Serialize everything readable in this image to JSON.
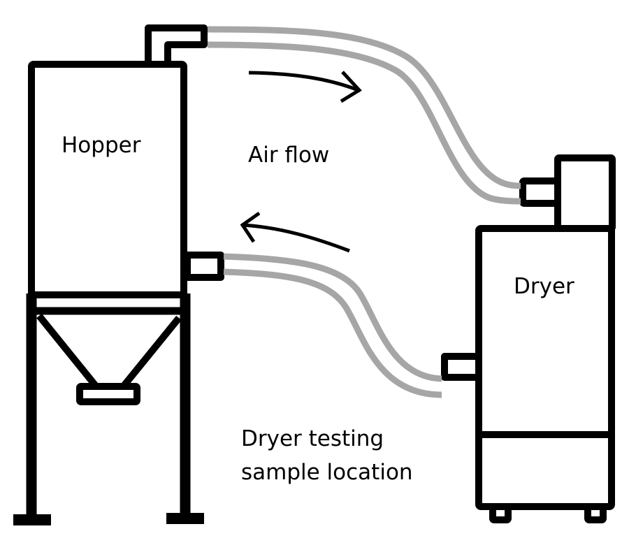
{
  "diagram": {
    "type": "process-schematic",
    "components": {
      "hopper": {
        "label": "Hopper"
      },
      "dryer": {
        "label": "Dryer"
      }
    },
    "annotations": {
      "airflow": "Air flow",
      "sample_line1": "Dryer testing",
      "sample_line2": "sample location"
    },
    "connections": [
      {
        "from": "hopper",
        "to": "dryer",
        "medium": "air",
        "direction": "hopper-to-dryer"
      },
      {
        "from": "dryer",
        "to": "hopper",
        "medium": "air",
        "direction": "dryer-to-hopper"
      }
    ],
    "colors": {
      "line": "#000000",
      "hose": "#a6a6a6",
      "background": "#ffffff"
    }
  }
}
